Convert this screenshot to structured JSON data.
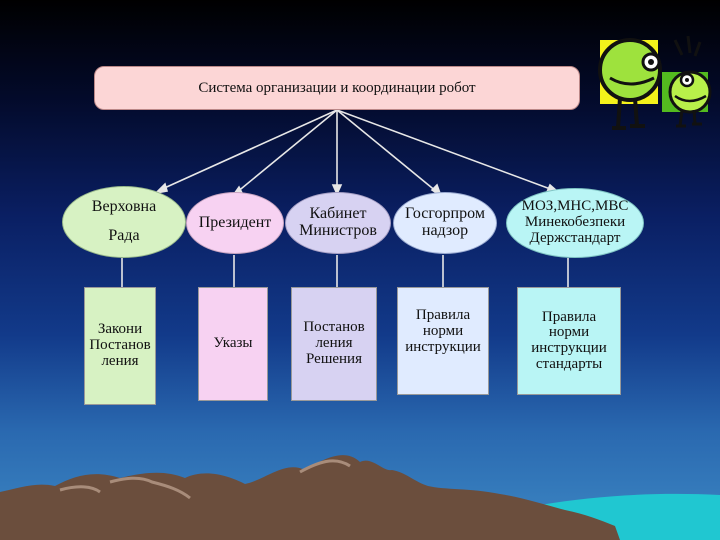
{
  "title": "Система организации и координации робот",
  "colors": {
    "title_box": "#fcd6d6",
    "green": "#d7f2c3",
    "pink": "#f7d2f2",
    "lavender": "#d7d2f2",
    "blue": "#e0ebff",
    "cyan": "#b9f5f5",
    "line": "#e7e7e7",
    "mountain": "#6b4e3d",
    "sea": "#20c7d1"
  },
  "authorities": [
    {
      "id": "verkhovna",
      "label_lines": [
        "Верховна",
        "Рада"
      ],
      "documents_lines": [
        "Закони",
        "Постанов",
        "ления"
      ]
    },
    {
      "id": "president",
      "label_lines": [
        "Президент"
      ],
      "documents_lines": [
        "Указы"
      ]
    },
    {
      "id": "cabinet",
      "label_lines": [
        "Кабинет",
        "Министров"
      ],
      "documents_lines": [
        "Постанов",
        "ления",
        "Решения"
      ]
    },
    {
      "id": "gosgorprom",
      "label_lines": [
        "Госгорпром",
        "надзор"
      ],
      "documents_lines": [
        "Правила",
        "норми",
        "инструкции"
      ]
    },
    {
      "id": "ministries",
      "label_lines": [
        "МОЗ,МНС,МВС",
        "Минекобезпеки",
        "Держстандарт"
      ],
      "documents_lines": [
        "Правила",
        "норми",
        "инструкции",
        "стандарты"
      ]
    }
  ],
  "decorations": {
    "smiley_icon": "smiley-faces-clipart",
    "landscape": "mountains-and-sea"
  }
}
